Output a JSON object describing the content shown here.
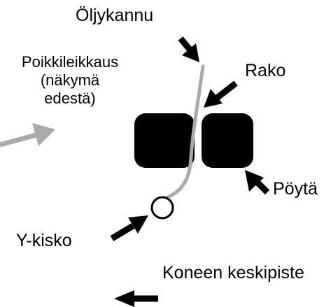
{
  "labels": {
    "oil_can": "Öljykannu",
    "cross_section_line1": "Poikkileikkaus",
    "cross_section_line2": "(näkymä",
    "cross_section_line3": "edestä)",
    "gap": "Rako",
    "table": "Pöytä",
    "y_rail": "Y-kisko",
    "machine_center": "Koneen keskipiste"
  },
  "colors": {
    "ink": "#000000",
    "gray": "#aaaaaa",
    "background": "#ffffff"
  }
}
